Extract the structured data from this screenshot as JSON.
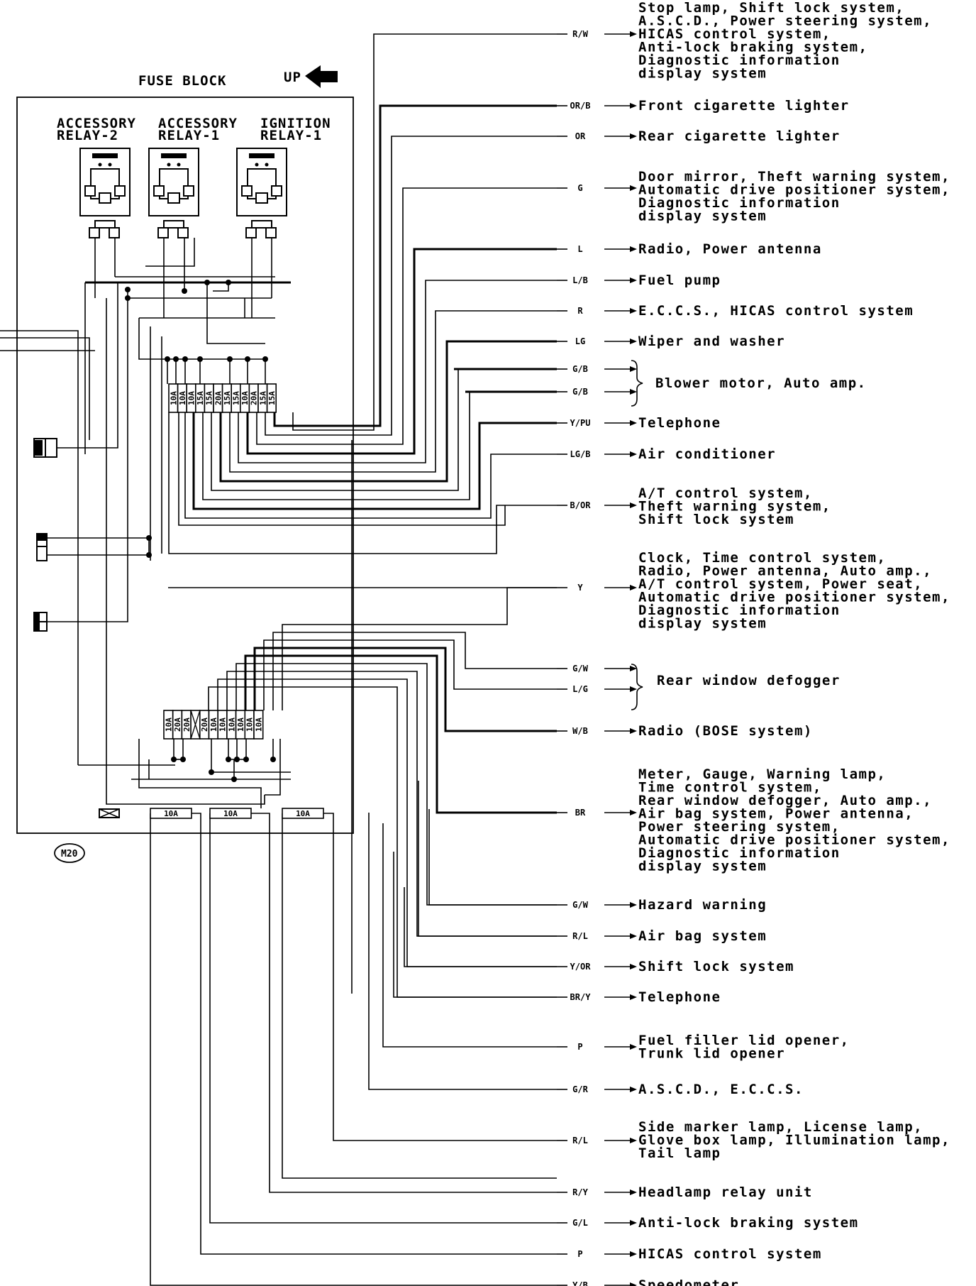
{
  "fuse_block": {
    "title": "FUSE BLOCK",
    "up_label": "UP",
    "connector_ref": "M20",
    "relays": [
      {
        "line1": "ACCESSORY",
        "line2": "RELAY-2"
      },
      {
        "line1": "ACCESSORY",
        "line2": "RELAY-1"
      },
      {
        "line1": "IGNITION",
        "line2": "RELAY-1"
      }
    ],
    "upper_fuses": [
      "10A",
      "10A",
      "10A",
      "15A",
      "15A",
      "20A",
      "15A",
      "15A",
      "10A",
      "20A",
      "15A",
      "15A"
    ],
    "lower_fuses": [
      "10A",
      "20A",
      "20A",
      "",
      "20A",
      "10A",
      "10A",
      "10A",
      "10A",
      "10A",
      "10A"
    ],
    "bottom_fuses": [
      "10A",
      "10A",
      "10A"
    ]
  },
  "outputs": [
    {
      "code": "R/W",
      "lines": [
        "Stop lamp, Shift lock system,",
        "A.S.C.D., Power steering system,",
        "HICAS control system,",
        "Anti-lock braking system,",
        "Diagnostic information",
        "display system"
      ]
    },
    {
      "code": "OR/B",
      "lines": [
        "Front cigarette lighter"
      ]
    },
    {
      "code": "OR",
      "lines": [
        "Rear cigarette lighter"
      ]
    },
    {
      "code": "G",
      "lines": [
        "Door mirror, Theft warning system,",
        "Automatic drive positioner system,",
        "Diagnostic information",
        "display system"
      ]
    },
    {
      "code": "L",
      "lines": [
        "Radio, Power antenna"
      ]
    },
    {
      "code": "L/B",
      "lines": [
        "Fuel pump"
      ]
    },
    {
      "code": "R",
      "lines": [
        "E.C.C.S., HICAS control system"
      ]
    },
    {
      "code": "LG",
      "lines": [
        "Wiper and washer"
      ]
    },
    {
      "code": "G/B",
      "lines": []
    },
    {
      "code": "G/B",
      "lines": []
    },
    {
      "code": "Y/PU",
      "lines": [
        "Telephone"
      ]
    },
    {
      "code": "LG/B",
      "lines": [
        "Air conditioner"
      ]
    },
    {
      "code": "B/OR",
      "lines": [
        "A/T control system,",
        "Theft warning system,",
        "Shift lock system"
      ]
    },
    {
      "code": "Y",
      "lines": [
        "Clock, Time control system,",
        "Radio, Power antenna, Auto amp.,",
        "A/T control system, Power seat,",
        "Automatic drive positioner system,",
        "Diagnostic information",
        "display system"
      ]
    },
    {
      "code": "G/W",
      "lines": []
    },
    {
      "code": "L/G",
      "lines": []
    },
    {
      "code": "W/B",
      "lines": [
        "Radio (BOSE system)"
      ]
    },
    {
      "code": "BR",
      "lines": [
        "Meter, Gauge, Warning lamp,",
        "Time control system,",
        "Rear window defogger, Auto amp.,",
        "Air bag system, Power antenna,",
        "Power steering system,",
        "Automatic drive positioner system,",
        "Diagnostic information",
        "display system"
      ]
    },
    {
      "code": "G/W",
      "lines": [
        "Hazard warning"
      ]
    },
    {
      "code": "R/L",
      "lines": [
        "Air bag system"
      ]
    },
    {
      "code": "Y/OR",
      "lines": [
        "Shift lock system"
      ]
    },
    {
      "code": "BR/Y",
      "lines": [
        "Telephone"
      ]
    },
    {
      "code": "P",
      "lines": [
        "Fuel filler lid opener,",
        "Trunk lid opener"
      ]
    },
    {
      "code": "G/R",
      "lines": [
        "A.S.C.D., E.C.C.S."
      ]
    },
    {
      "code": "R/L",
      "lines": [
        "Side marker lamp, License lamp,",
        "Glove box lamp, Illumination lamp,",
        "Tail lamp"
      ]
    },
    {
      "code": "R/Y",
      "lines": [
        "Headlamp relay unit"
      ]
    },
    {
      "code": "G/L",
      "lines": [
        "Anti-lock braking system"
      ]
    },
    {
      "code": "P",
      "lines": [
        "HICAS control system"
      ]
    },
    {
      "code": "Y/B",
      "lines": [
        "Speedometer"
      ]
    }
  ],
  "brace_groups": [
    {
      "label": "Blower motor, Auto amp."
    },
    {
      "label": "Rear window defogger"
    }
  ]
}
